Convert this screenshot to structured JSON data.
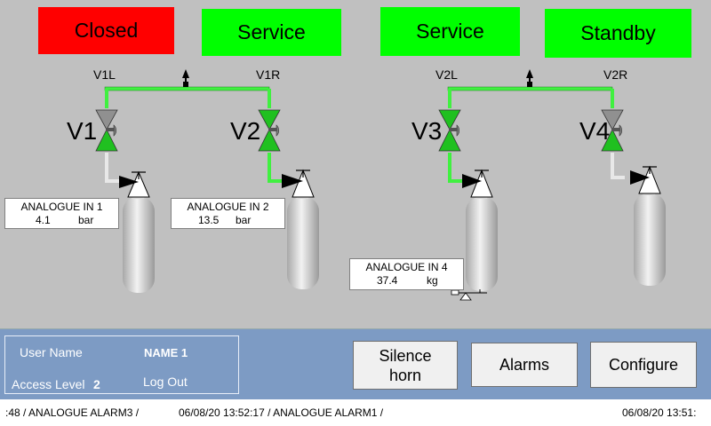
{
  "colors": {
    "closed": "#ff0000",
    "service": "#00ff00",
    "line_active": "#40f040",
    "line_idle": "#e8e8e8",
    "panel": "#7d9bc4"
  },
  "status": {
    "s1": "Closed",
    "s2": "Service",
    "s3": "Service",
    "s4": "Standby"
  },
  "valves": {
    "v1": {
      "name": "V1",
      "left": "V1L"
    },
    "v2": {
      "name": "V2",
      "right": "V1R"
    },
    "v3": {
      "name": "V3",
      "left": "V2L"
    },
    "v4": {
      "name": "V4",
      "right": "V2R"
    }
  },
  "readouts": {
    "a1": {
      "title": "ANALOGUE  IN 1",
      "value": "4.1",
      "unit": "bar"
    },
    "a2": {
      "title": "ANALOGUE  IN 2",
      "value": "13.5",
      "unit": "bar"
    },
    "a4": {
      "title": "ANALOGUE IN 4",
      "value": "37.4",
      "unit": "kg"
    }
  },
  "user": {
    "name_label": "User Name",
    "name_value": "NAME 1",
    "access_label": "Access Level",
    "access_value": "2",
    "logout": "Log Out"
  },
  "buttons": {
    "silence": "Silence horn",
    "alarms": "Alarms",
    "configure": "Configure"
  },
  "alarm_bar": {
    "seg1": ":48  / ANALOGUE ALARM3 /",
    "seg2": "06/08/20  13:52:17  / ANALOGUE ALARM1 /",
    "seg3": "06/08/20  13:51:"
  }
}
